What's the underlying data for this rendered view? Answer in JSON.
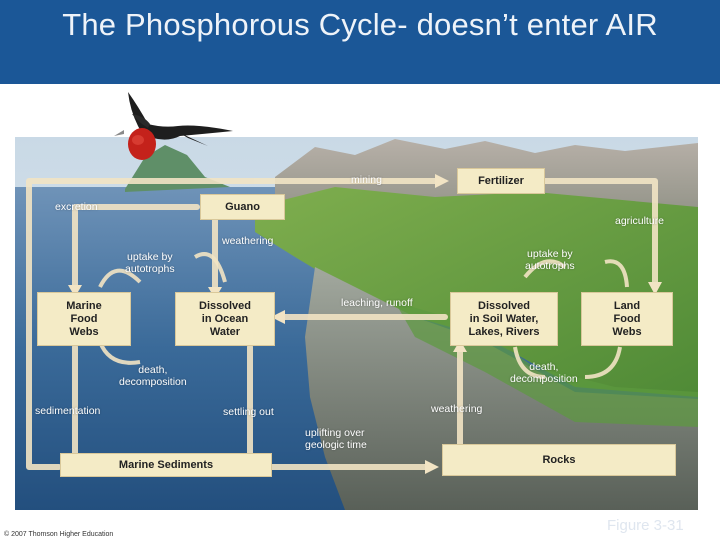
{
  "slide": {
    "title": "The Phosphorous Cycle- doesn’t enter AIR"
  },
  "diagram": {
    "boxes": {
      "fertilizer": "Fertilizer",
      "guano": "Guano",
      "marine_food_webs": "Marine\nFood\nWebs",
      "dissolved_ocean": "Dissolved\nin Ocean\nWater",
      "dissolved_soil": "Dissolved\nin Soil Water,\nLakes, Rivers",
      "land_food_webs": "Land\nFood\nWebs",
      "marine_sediments": "Marine Sediments",
      "rocks": "Rocks"
    },
    "labels": {
      "mining": "mining",
      "excretion": "excretion",
      "agriculture": "agriculture",
      "weathering_top": "weathering",
      "uptake_left": "uptake by\nautotrophs",
      "uptake_right": "uptake by\nautotrophs",
      "leaching": "leaching, runoff",
      "death_left": "death,\ndecomposition",
      "death_right": "death,\ndecomposition",
      "sedimentation": "sedimentation",
      "settling": "settling out",
      "weathering_bottom": "weathering",
      "uplifting": "uplifting over\ngeologic time"
    }
  },
  "footer": {
    "copyright": "© 2007 Thomson Higher Education",
    "figure": "Figure 3-31"
  },
  "colors": {
    "title_bar": "#1b5797",
    "box_fill": "#f4ebc6",
    "arrow": "#f2e4c4"
  }
}
